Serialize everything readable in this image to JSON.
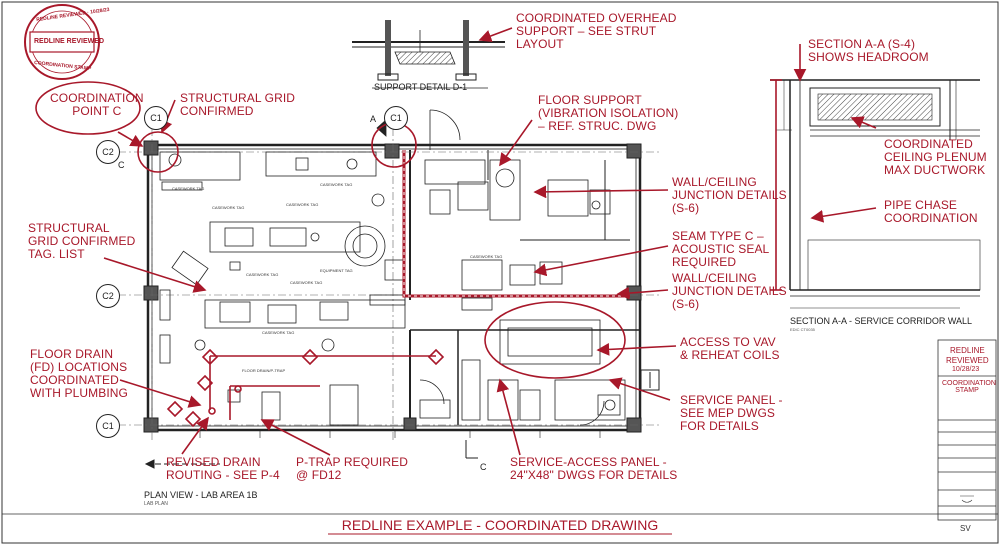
{
  "stamp": {
    "top_text": "REDLINE REVIEWED · 10/28/23",
    "middle_text": "REDLINE REVIEWED",
    "bottom_text": "COORDINATION STAMP"
  },
  "drawing_title": "REDLINE EXAMPLE - COORDINATED DRAWING",
  "plan_title": "PLAN VIEW - LAB AREA 1B",
  "plan_subtitle": "LAB PLAN",
  "support_detail_title": "SUPPORT DETAIL D-1",
  "section_title": "SECTION A-A - SERVICE CORRIDOR WALL",
  "section_subtitle": "EDIC CT0035",
  "section_marker_letter": "A",
  "section_cut_letter": "C",
  "grid": {
    "c1_top": "C1",
    "c1_top_right": "C1",
    "c2_left": "C2",
    "c2_mid": "C2",
    "c1_bottom": "C1",
    "c_letter": "C"
  },
  "redlines": {
    "overhead_support": "COORDINATED OVERHEAD\nSUPPORT – SEE STRUT\nLAYOUT",
    "coordination_point": "COORDINATION\nPOINT C",
    "structural_grid_confirmed": "STRUCTURAL GRID\nCONFIRMED",
    "floor_support": "FLOOR SUPPORT\n(VIBRATION ISOLATION)\n– REF. STRUC. DWG",
    "section_headroom": "SECTION A-A (S-4)\nSHOWS HEADROOM",
    "ceiling_plenum": "COORDINATED\nCEILING PLENUM\nMAX DUCTWORK",
    "pipe_chase": "PIPE CHASE\nCOORDINATION",
    "wall_ceiling_1": "WALL/CEILING\nJUNCTION DETAILS\n(S-6)",
    "seam_type": "SEAM TYPE C –\nACOUSTIC SEAL\nREQUIRED",
    "wall_ceiling_2": "WALL/CEILING\nJUNCTION DETAILS\n(S-6)",
    "structural_grid_tag": "STRUCTURAL\nGRID CONFIRMED\nTAG. LIST",
    "floor_drain": "FLOOR DRAIN\n(FD) LOCATIONS\nCOORDINATED\nWITH PLUMBING",
    "access_vav": "ACCESS TO VAV\n& REHEAT COILS",
    "service_panel": "SERVICE PANEL -\nSEE MEP DWGS\nFOR DETAILS",
    "revised_drain": "REVISED DRAIN\nROUTING - SEE P-4",
    "p_trap": "P-TRAP REQUIRED\n@ FD12",
    "service_access_panel": "SERVICE-ACCESS PANEL -\n24\"x48\" DWGS FOR DETAILS"
  },
  "title_block": {
    "redline_word": "REDLINE",
    "reviewed_word": "REVIEWED",
    "date": "10/28/23",
    "stamp_label": "COORDINATION\nSTAMP",
    "sheet": "SV"
  },
  "equipment_tags": [
    "CASEWORK TAG",
    "CASEWORK TAG",
    "CASEWORK TAG",
    "CASEWORK TAG",
    "CASEWORK TAG",
    "CASEWORK TAG",
    "EQUIPMENT TAG",
    "CASEWORK TAG",
    "CASEWORK TAG",
    "FLOOR DRAIN/P-TRAP"
  ],
  "colors": {
    "redline": "#a8182a",
    "ink": "#222222",
    "background": "#ffffff"
  }
}
